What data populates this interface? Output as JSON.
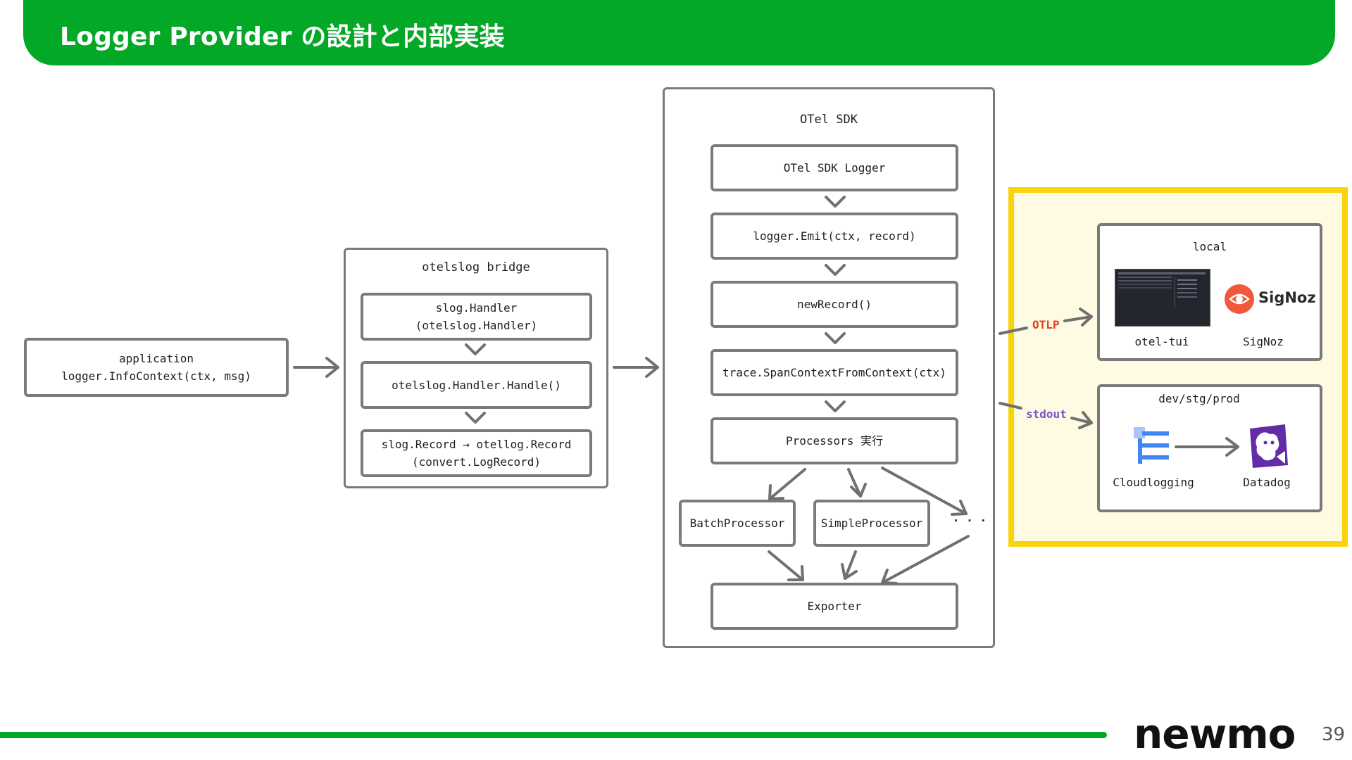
{
  "header": {
    "title": "Logger Provider の設計と内部実装"
  },
  "app": {
    "line1": "application",
    "line2": "logger.InfoContext(ctx, msg)"
  },
  "bridge": {
    "title": "otelslog bridge",
    "step1_line1": "slog.Handler",
    "step1_line2": "(otelslog.Handler)",
    "step2": "otelslog.Handler.Handle()",
    "step3_line1": "slog.Record → otellog.Record",
    "step3_line2": "(convert.LogRecord)"
  },
  "sdk": {
    "title": "OTel SDK",
    "logger": "OTel SDK Logger",
    "emit": "logger.Emit(ctx, record)",
    "new_record": "newRecord()",
    "span_ctx": "trace.SpanContextFromContext(ctx)",
    "processors": "Processors 実行",
    "batch": "BatchProcessor",
    "simple": "SimpleProcessor",
    "more": "· · ·",
    "exporter": "Exporter"
  },
  "edges": {
    "otlp": "OTLP",
    "stdout": "stdout"
  },
  "local": {
    "title": "local",
    "tool1": "otel-tui",
    "tool2": "SigNoz",
    "signoz_logo": "SigNoz"
  },
  "remote": {
    "title": "dev/stg/prod",
    "tool1": "Cloudlogging",
    "tool2": "Datadog"
  },
  "footer": {
    "brand": "newmo",
    "page": "39"
  },
  "colors": {
    "brand_green": "#03a826",
    "highlight_border": "#f8d40d",
    "highlight_fill": "#fffbe2",
    "otlp": "#e0401e",
    "stdout": "#7a4fd1",
    "box_border": "#7a7a7a"
  }
}
